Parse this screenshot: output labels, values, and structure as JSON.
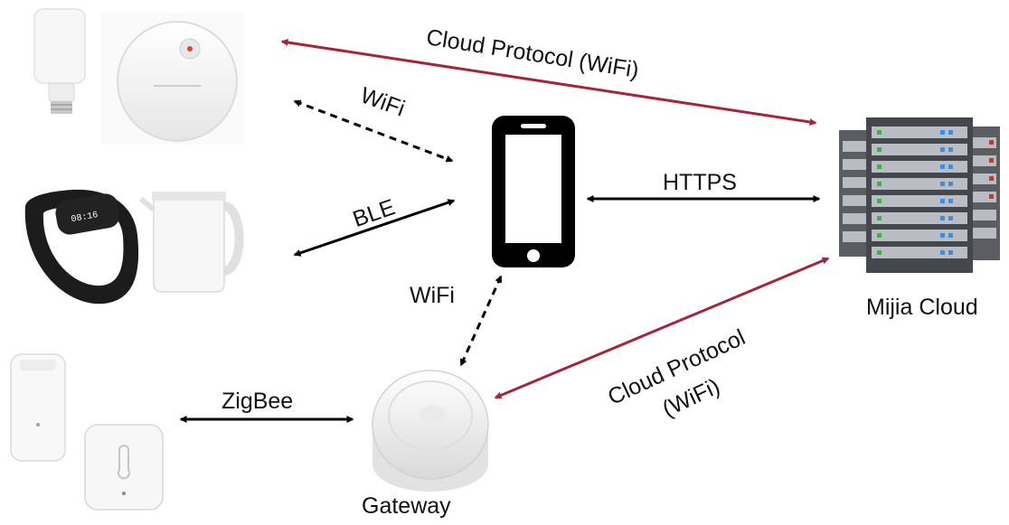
{
  "colors": {
    "cloud_link": "#a3263a",
    "local_link": "#000000",
    "device_white": "#f4f4f4",
    "device_outline": "#d4d4d4",
    "server_dark": "#4a4d52",
    "server_light": "#b7bbc1",
    "server_led_blue": "#3b8fe0",
    "server_led_red": "#c6362f"
  },
  "nodes": {
    "cloud_label": "Mijia Cloud",
    "gateway_label": "Gateway"
  },
  "devices": {
    "top_group": [
      "bulb-icon",
      "robot-vacuum-icon"
    ],
    "middle_group": [
      "fitness-band-icon",
      "kettle-icon"
    ],
    "bottom_group": [
      "door-sensor-icon",
      "temperature-sensor-icon"
    ],
    "hub": [
      "smartphone-icon",
      "gateway-icon",
      "server-rack-icon"
    ]
  },
  "links": {
    "cloud_top": "Cloud Protocol (WiFi)",
    "wifi_top": "WiFi",
    "ble": "BLE",
    "https": "HTTPS",
    "wifi_gateway": "WiFi",
    "cloud_gateway_line1": "Cloud Protocol",
    "cloud_gateway_line2": "(WiFi)",
    "zigbee": "ZigBee"
  }
}
